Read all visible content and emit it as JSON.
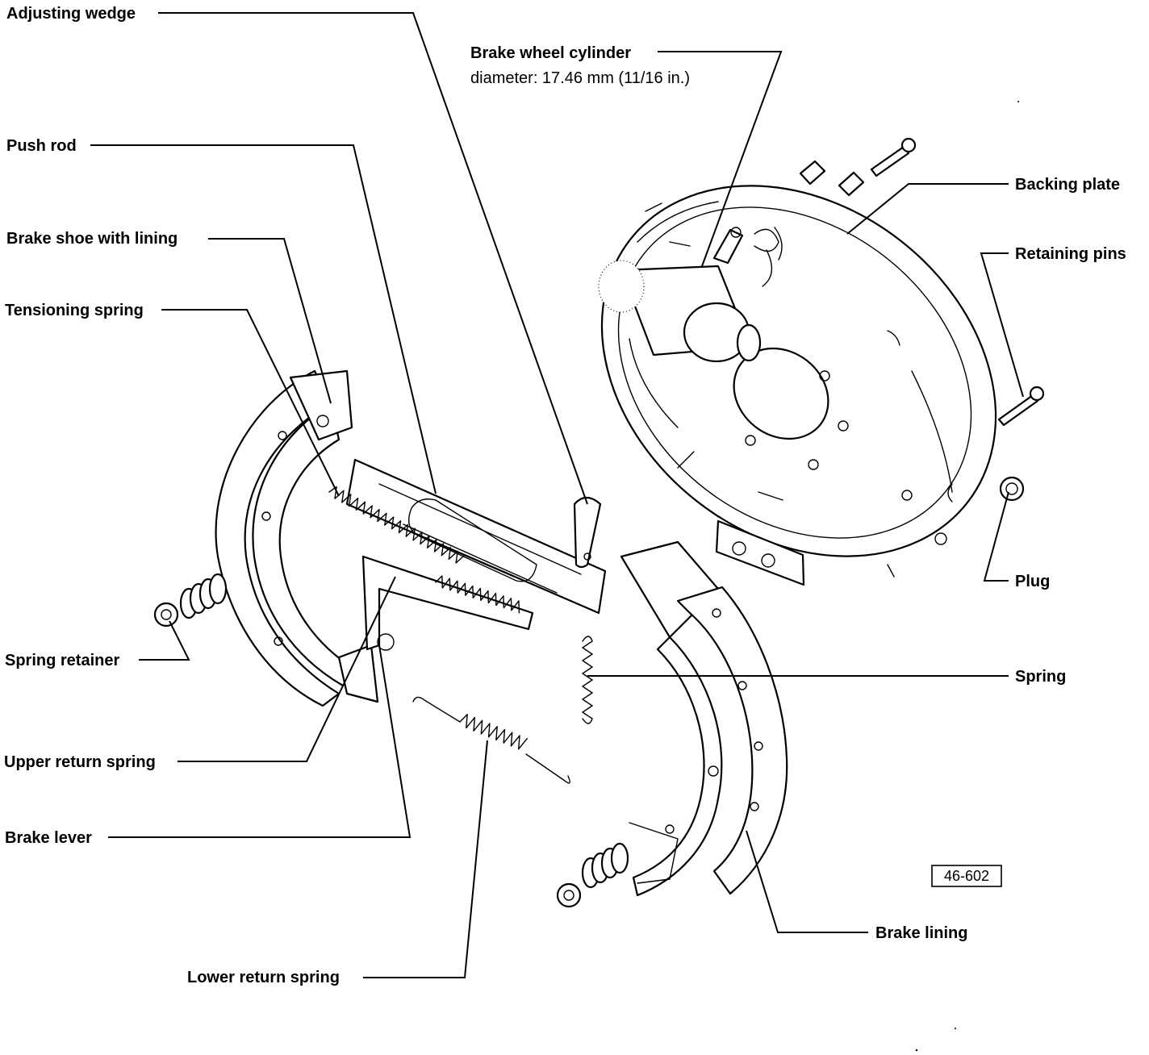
{
  "labels": {
    "adjusting_wedge": "Adjusting wedge",
    "brake_wheel_cylinder": "Brake wheel cylinder",
    "cylinder_diameter": "diameter: 17.46 mm (11/16 in.)",
    "push_rod": "Push rod",
    "brake_shoe_with_lining": "Brake shoe with lining",
    "tensioning_spring": "Tensioning spring",
    "backing_plate": "Backing plate",
    "retaining_pins": "Retaining pins",
    "plug": "Plug",
    "spring_retainer": "Spring retainer",
    "spring": "Spring",
    "upper_return_spring": "Upper return spring",
    "brake_lever": "Brake lever",
    "brake_lining": "Brake lining",
    "lower_return_spring": "Lower return spring"
  },
  "figure_ref": "46-602"
}
